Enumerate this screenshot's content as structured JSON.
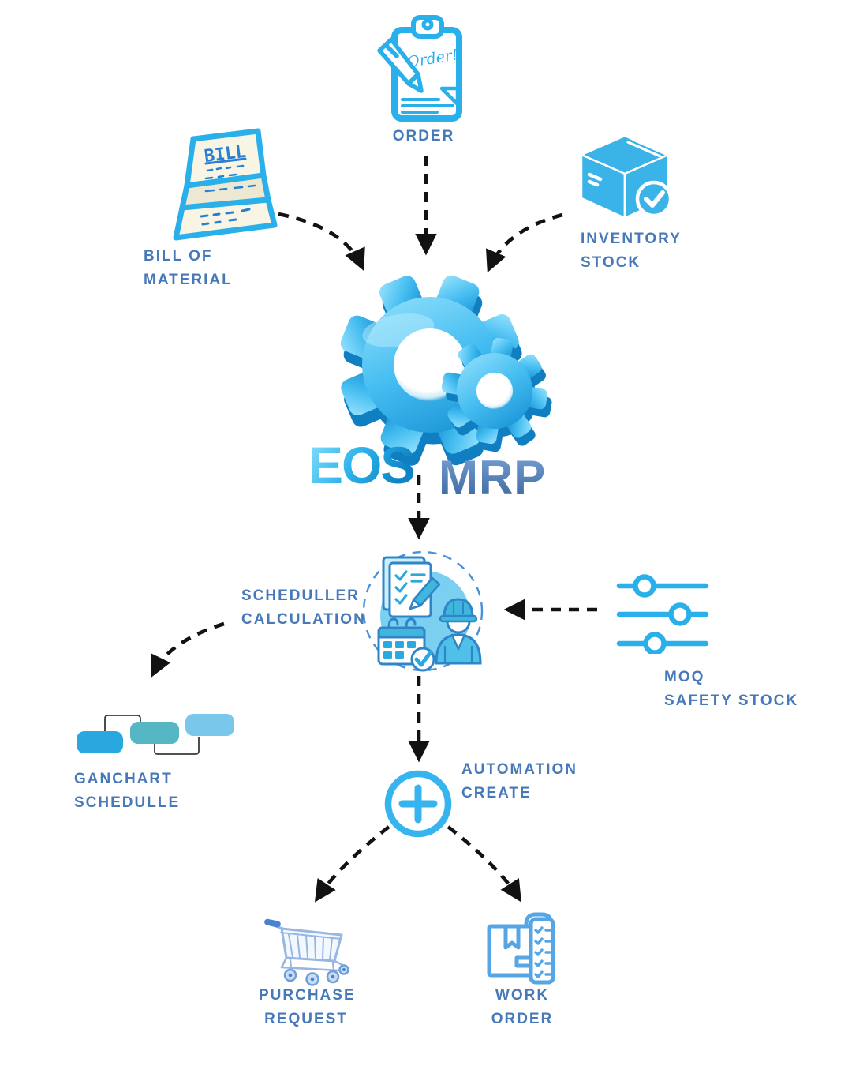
{
  "diagram": {
    "brand": "EOS",
    "product": "MRP",
    "nodes": {
      "order": {
        "label": "ORDER",
        "note": "Order!"
      },
      "bill_of_material": {
        "line1": "BILL OF",
        "line2": "MATERIAL",
        "note": "BILL"
      },
      "inventory_stock": {
        "line1": "INVENTORY",
        "line2": "STOCK"
      },
      "scheduler": {
        "line1": "SCHEDULLER",
        "line2": "CALCULATION"
      },
      "moq": {
        "line1": "MOQ",
        "line2": "SAFETY STOCK"
      },
      "gantt": {
        "line1": "GANCHART",
        "line2": "SCHEDULLE"
      },
      "automation": {
        "line1": "AUTOMATION",
        "line2": "CREATE"
      },
      "purchase": {
        "line1": "PURCHASE",
        "line2": "REQUEST"
      },
      "work_order": {
        "line1": "WORK",
        "line2": "ORDER"
      }
    },
    "colors": {
      "icon_blue": "#29b0eb",
      "label_blue": "#4779b8",
      "arrow_black": "#121212",
      "gantt_bar1": "#29a8e0",
      "gantt_bar2": "#55b7c4",
      "gantt_bar3": "#79c8ec",
      "gear_blue_light": "#9ae4fd",
      "gear_blue_dark": "#118bd0"
    }
  }
}
